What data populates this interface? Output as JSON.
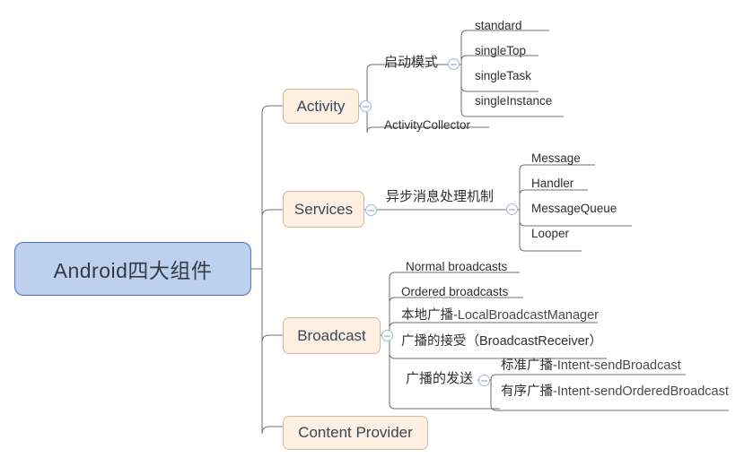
{
  "diagram": {
    "type": "mind-map",
    "root": {
      "label": "Android四大组件",
      "fill": "#bdd0ee",
      "border": "#4a74c4"
    },
    "branch_style": {
      "fill": "#fdf0e3",
      "border": "#d8b894"
    },
    "line_color": "#6f6f6f",
    "collapse_icon": "minus-circle-icon"
  },
  "branches": {
    "activity": {
      "label": "Activity",
      "children": {
        "launch_mode": {
          "label": "启动模式",
          "children": [
            {
              "label": "standard"
            },
            {
              "label": "singleTop"
            },
            {
              "label": "singleTask"
            },
            {
              "label": "singleInstance"
            }
          ]
        },
        "collector": {
          "label": "ActivityCollector"
        }
      }
    },
    "services": {
      "label": "Services",
      "children": {
        "async": {
          "label": "异步消息处理机制",
          "children": [
            {
              "label": "Message"
            },
            {
              "label": "Handler"
            },
            {
              "label": "MessageQueue"
            },
            {
              "label": "Looper"
            }
          ]
        }
      }
    },
    "broadcast": {
      "label": "Broadcast",
      "children": [
        {
          "label": "Normal broadcasts"
        },
        {
          "label": "Ordered broadcasts"
        },
        {
          "label": "本地广播",
          "suffix": "-LocalBroadcastManager"
        },
        {
          "label": "广播的接受（BroadcastReceiver）"
        },
        {
          "label": "广播的发送",
          "children": [
            {
              "label": "标准广播",
              "suffix": "-Intent-sendBroadcast"
            },
            {
              "label": "有序广播",
              "suffix": "-Intent-sendOrderedBroadcast"
            }
          ]
        }
      ]
    },
    "content_provider": {
      "label": "Content Provider"
    }
  }
}
